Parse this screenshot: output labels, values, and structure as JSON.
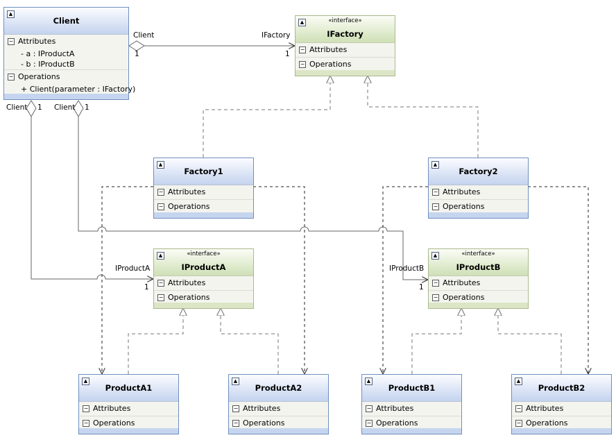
{
  "classes": {
    "client": {
      "name": "Client",
      "attributes_label": "Attributes",
      "operations_label": "Operations",
      "attributes": [
        "- a : IProductA",
        "- b : IProductB"
      ],
      "operations": [
        "+ Client(parameter : IFactory)"
      ]
    },
    "ifactory": {
      "stereotype": "«interface»",
      "name": "IFactory",
      "attributes_label": "Attributes",
      "operations_label": "Operations"
    },
    "factory1": {
      "name": "Factory1",
      "attributes_label": "Attributes",
      "operations_label": "Operations"
    },
    "factory2": {
      "name": "Factory2",
      "attributes_label": "Attributes",
      "operations_label": "Operations"
    },
    "iproducta": {
      "stereotype": "«interface»",
      "name": "IProductA",
      "attributes_label": "Attributes",
      "operations_label": "Operations"
    },
    "iproductb": {
      "stereotype": "«interface»",
      "name": "IProductB",
      "attributes_label": "Attributes",
      "operations_label": "Operations"
    },
    "producta1": {
      "name": "ProductA1",
      "attributes_label": "Attributes",
      "operations_label": "Operations"
    },
    "producta2": {
      "name": "ProductA2",
      "attributes_label": "Attributes",
      "operations_label": "Operations"
    },
    "productb1": {
      "name": "ProductB1",
      "attributes_label": "Attributes",
      "operations_label": "Operations"
    },
    "productb2": {
      "name": "ProductB2",
      "attributes_label": "Attributes",
      "operations_label": "Operations"
    }
  },
  "association_labels": {
    "factory_client_role": "Client",
    "factory_client_mult": "1",
    "factory_target_role": "IFactory",
    "factory_target_mult": "1",
    "a_client_role": "Client",
    "a_client_mult": "1",
    "b_client_role": "Client",
    "b_client_mult": "1",
    "a_target_role": "IProductA",
    "a_target_mult": "1",
    "b_target_role": "IProductB",
    "b_target_mult": "1"
  },
  "colors": {
    "class_border": "#6f8fbf",
    "interface_border": "#a9b98c",
    "line": "#555555"
  }
}
